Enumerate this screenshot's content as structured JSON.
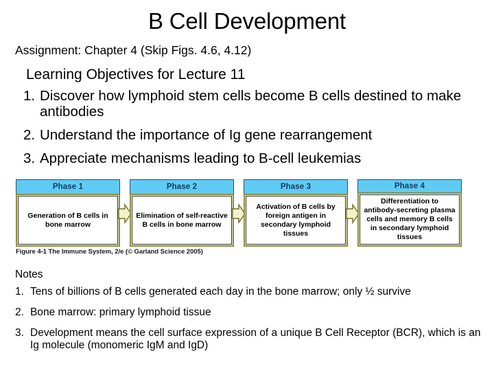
{
  "slide": {
    "title": "B Cell Development",
    "assignment": "Assignment: Chapter 4 (Skip Figs. 4.6, 4.12)",
    "objectives": {
      "heading": "Learning Objectives for Lecture 11",
      "items": [
        {
          "num": "1.",
          "text": "Discover how lymphoid stem cells become B cells destined to make antibodies"
        },
        {
          "num": "2.",
          "text": "Understand the importance of Ig gene rearrangement"
        },
        {
          "num": "3.",
          "text": "Appreciate mechanisms leading to B-cell leukemias"
        }
      ]
    },
    "figure": {
      "caption": "Figure 4-1  The Immune System, 2/e (© Garland Science 2005)",
      "header_color": "#5fcbf5",
      "header_text_color": "#123a5e",
      "border_color": "#8a8a3c",
      "arrow_fill": "#f2f2c8",
      "arrow_stroke": "#6f6f2a",
      "phases": [
        {
          "header": "Phase 1",
          "body": "Generation of B cells in bone marrow"
        },
        {
          "header": "Phase 2",
          "body": "Elimination of self-reactive B cells in bone marrow"
        },
        {
          "header": "Phase 3",
          "body": "Activation of B cells by foreign antigen in secondary lymphoid tissues"
        },
        {
          "header": "Phase 4",
          "body": "Differentiation to antibody-secreting plasma cells and memory B cells in secondary lymphoid tissues"
        }
      ]
    },
    "notes": {
      "heading": "Notes",
      "items": [
        {
          "num": "1.",
          "text": "Tens of billions of B cells generated each day in the bone marrow; only ½ survive"
        },
        {
          "num": "2.",
          "text": "Bone marrow: primary lymphoid tissue"
        },
        {
          "num": "3.",
          "text": "Development means the cell surface expression of a unique B Cell Receptor (BCR), which is an Ig molecule (monomeric IgM and IgD)"
        }
      ]
    }
  }
}
